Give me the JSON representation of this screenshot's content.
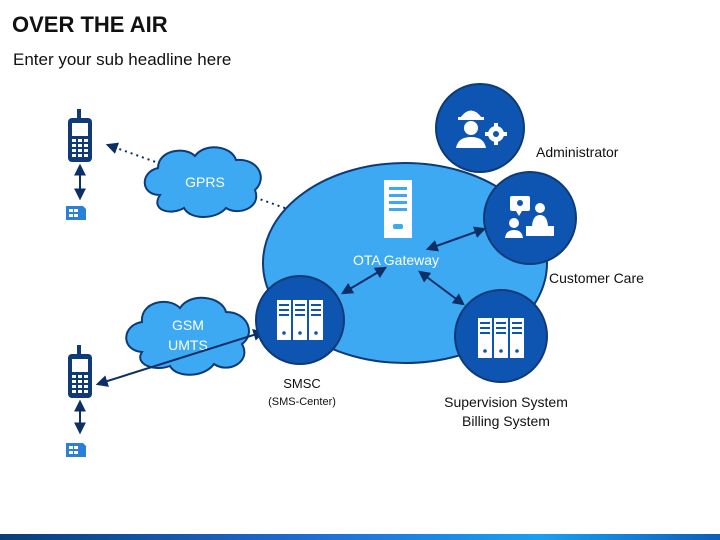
{
  "slide": {
    "title": "OVER THE AIR",
    "subtitle": "Enter your sub headline here"
  },
  "labels": {
    "gprs": "GPRS",
    "gsm": "GSM",
    "umts": "UMTS",
    "ota_gateway": "OTA Gateway",
    "smsc": "SMSC",
    "smsc_sub": "(SMS-Center)",
    "administrator": "Administrator",
    "customer_care": "Customer Care",
    "supervision": "Supervision System",
    "billing": "Billing System"
  },
  "icons": {
    "phone": "mobile-phone-icon",
    "sim": "sim-card-icon",
    "server": "server-icon",
    "administrator": "engineer-gear-icon",
    "customer_care": "support-desk-icon"
  },
  "colors": {
    "navy": "#0f3a78",
    "dark_blue": "#0b4fa6",
    "circle_blue": "#0d55b0",
    "ellipse": "#3ea9f3",
    "cloud": "#3ea9f3",
    "arrow": "#0d2f66"
  }
}
